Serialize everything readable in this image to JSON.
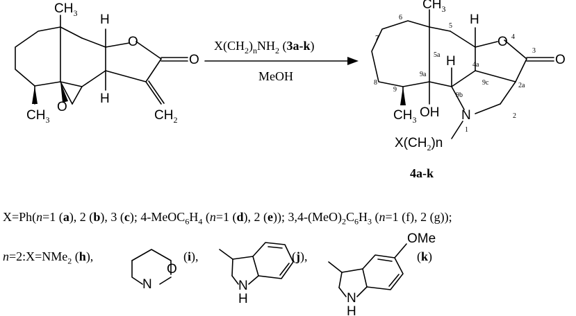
{
  "reagent": {
    "formula_main": "X(CH",
    "formula_sub1": "2",
    "formula_mid": ")",
    "formula_n": "n",
    "formula_nh": "NH",
    "formula_sub2": "2",
    "compounds": "3a-k",
    "solvent": "MeOH"
  },
  "product": {
    "label": "4a-k"
  },
  "atoms": {
    "ch3": "CH",
    "ch3_sub": "3",
    "h": "H",
    "o": "O",
    "oh": "OH",
    "n": "N",
    "ch2": "CH",
    "ch2_sub": "2",
    "side_chain": "X(CH",
    "side_chain_sub": "2",
    "side_chain_end": ")n"
  },
  "numbering": {
    "n1": "1",
    "n2": "2",
    "n2a": "2a",
    "n3": "3",
    "n4": "4",
    "n4a": "4a",
    "n5": "5",
    "n5a": "5a",
    "n6": "6",
    "n7": "7",
    "n8": "8",
    "n9": "9",
    "n9a": "9a",
    "n9b": "9b",
    "n9c": "9c"
  },
  "legend": {
    "x_prefix": "X=Ph(",
    "n_var": "n",
    "eq1": "=1 (",
    "a": "a",
    "part2": "), 2 (",
    "b": "b",
    "part3": "), 3 (",
    "c": "c",
    "part4": "); 4-MeOC",
    "sub6": "6",
    "h": "H",
    "sub4": "4",
    "part5": " (",
    "eq1b": "=1 (",
    "d": "d",
    "part6": "), 2 (",
    "e": "e",
    "part7": ")); 3,4-(MeO)",
    "sub2": "2",
    "c6": "C",
    "sub6b": "6",
    "h3": "H",
    "sub3": "3",
    "part8": " (",
    "tail": "=1 (f), 2 (g));",
    "line2_n": "n",
    "line2_a": "=2:X=NMe",
    "line2_sub2": "2",
    "line2_b": " (",
    "h_bold": "h",
    "line2_c": "),",
    "i_label_open": "(",
    "i_bold": "i",
    "i_label_close": "),",
    "j_label_open": "(",
    "j_bold": "j",
    "j_label_close": "),",
    "k_label_open": "(",
    "k_bold": "k",
    "k_label_close": ")"
  },
  "structures": {
    "morpholine_o": "O",
    "morpholine_n": "N",
    "indole_n": "N",
    "indole_h": "H",
    "methoxy": "OMe"
  }
}
